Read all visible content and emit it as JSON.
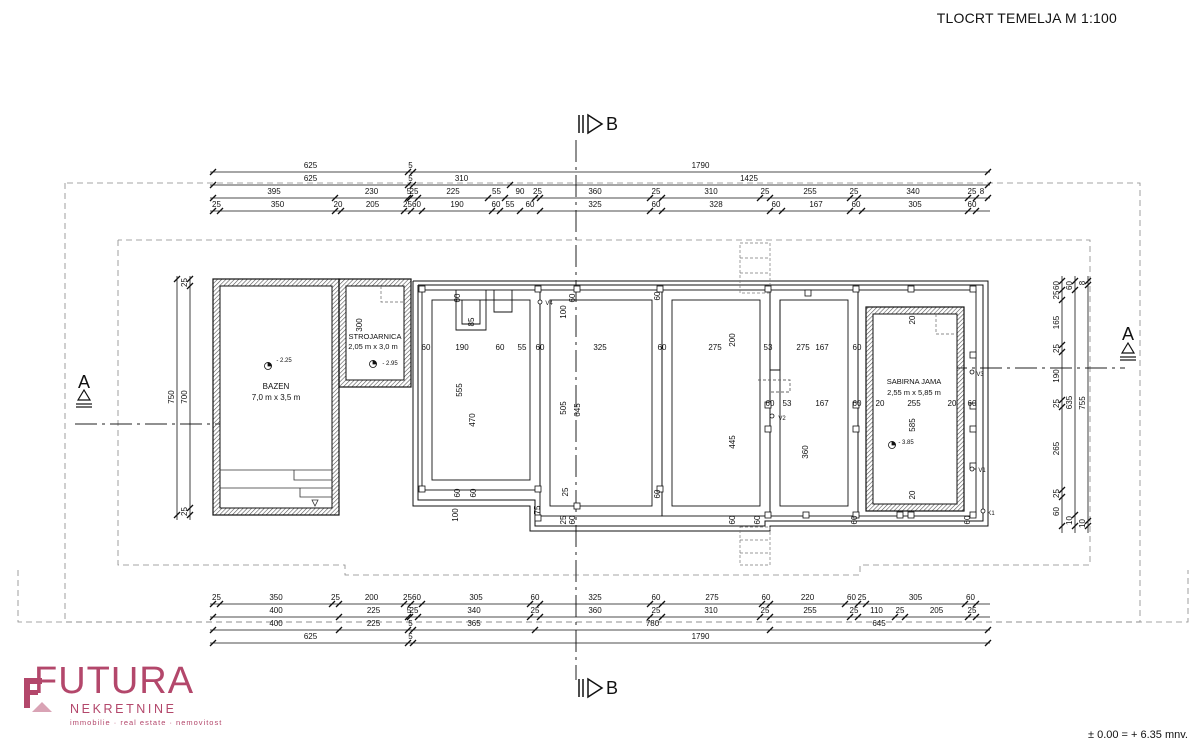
{
  "drawing": {
    "title": "TLOCRT TEMELJA  M 1:100",
    "elevation_note": "± 0.00 = + 6.35 mnv.",
    "section_a": "A",
    "section_b": "B"
  },
  "rooms": {
    "pool_name": "BAZEN",
    "pool_size": "7,0 m x 3,5 m",
    "pool_level": "- 2.25",
    "machine_room_name": "STROJARNICA",
    "machine_room_size": "2,05 m x 3,0 m",
    "machine_room_level": "- 2.95",
    "septic_name": "SABIRNA JAMA",
    "septic_size": "2,55 m x 5,85 m",
    "septic_level": "- 3.85"
  },
  "markers": {
    "v1": "V1",
    "v2": "V2",
    "v3": "V3",
    "v4": "V4",
    "k1": "K1"
  },
  "dims_top": {
    "row1": [
      "625",
      "5",
      "1790"
    ],
    "row2": [
      "625",
      "5",
      "310",
      "1425"
    ],
    "row3": [
      "395",
      "230",
      "5",
      "25",
      "225",
      "55",
      "90",
      "25",
      "360",
      "25",
      "310",
      "25",
      "255",
      "25",
      "340",
      "25",
      "8"
    ],
    "row4": [
      "25",
      "350",
      "20",
      "205",
      "25",
      "60",
      "190",
      "60",
      "55",
      "60",
      "325",
      "60",
      "328",
      "60",
      "167",
      "60",
      "305",
      "60"
    ]
  },
  "dims_bottom": {
    "row1": [
      "25",
      "350",
      "25",
      "200",
      "25",
      "60",
      "305",
      "60",
      "325",
      "60",
      "275",
      "60",
      "220",
      "60",
      "25",
      "305",
      "60"
    ],
    "row2": [
      "400",
      "225",
      "5",
      "25",
      "340",
      "25",
      "360",
      "25",
      "310",
      "25",
      "255",
      "25",
      "110",
      "25",
      "205",
      "25"
    ],
    "row3": [
      "400",
      "225",
      "5",
      "365",
      "780",
      "645"
    ],
    "row4": [
      "625",
      "5",
      "1790"
    ]
  },
  "dims_left": [
    "750",
    "700",
    "25",
    "25"
  ],
  "dims_right": [
    "60",
    "25",
    "165",
    "25",
    "190",
    "25",
    "265",
    "25",
    "60",
    "635",
    "755",
    "10",
    "8"
  ],
  "dims_inner": {
    "pool_machine": [
      "300"
    ],
    "room1": [
      "60",
      "190",
      "60",
      "55",
      "85",
      "555",
      "470",
      "60",
      "60",
      "75",
      "25",
      "100"
    ],
    "room2": [
      "325",
      "505",
      "645",
      "100",
      "60",
      "60",
      "25",
      "25",
      "60"
    ],
    "room3": [
      "275",
      "200",
      "445",
      "60"
    ],
    "room4": [
      "53",
      "275",
      "167",
      "60",
      "60",
      "53",
      "167",
      "360",
      "60"
    ],
    "septic": [
      "20",
      "255",
      "20",
      "585",
      "20",
      "20",
      "60",
      "60"
    ]
  },
  "logo": {
    "word": "FUTURA",
    "sub": "NEKRETNINE",
    "tag": "immobilie · real estate · nemovitost",
    "color": "#b3476b"
  }
}
